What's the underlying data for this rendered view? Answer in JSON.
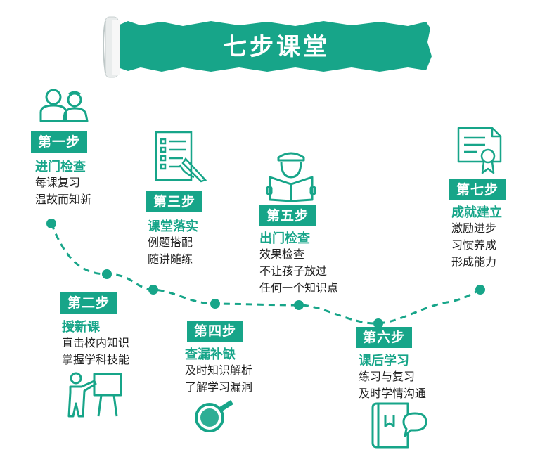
{
  "title": "七步课堂",
  "colors": {
    "accent": "#17a589",
    "text": "#222222"
  },
  "steps": [
    {
      "label": "第一步",
      "title": "进门检查",
      "lines": [
        "每课复习",
        "温故而知新"
      ],
      "icon": "parent-child-icon"
    },
    {
      "label": "第二步",
      "title": "授新课",
      "lines": [
        "直击校内知识",
        "掌握学科技能"
      ],
      "icon": "teacher-board-icon"
    },
    {
      "label": "第三步",
      "title": "课堂落实",
      "lines": [
        "例题搭配",
        "随讲随练"
      ],
      "icon": "checklist-pen-icon"
    },
    {
      "label": "第四步",
      "title": "查漏补缺",
      "lines": [
        "及时知识解析",
        "了解学习漏洞"
      ],
      "icon": "magnifier-icon"
    },
    {
      "label": "第五步",
      "title": "出门检查",
      "lines": [
        "效果检查",
        "不让孩子放过",
        "任何一个知识点"
      ],
      "icon": "reader-book-icon"
    },
    {
      "label": "第六步",
      "title": "课后学习",
      "lines": [
        "练习与复习",
        "及时学情沟通"
      ],
      "icon": "book-chat-icon"
    },
    {
      "label": "第七步",
      "title": "成就建立",
      "lines": [
        "激励进步",
        "习惯养成",
        "形成能力"
      ],
      "icon": "certificate-icon"
    }
  ]
}
